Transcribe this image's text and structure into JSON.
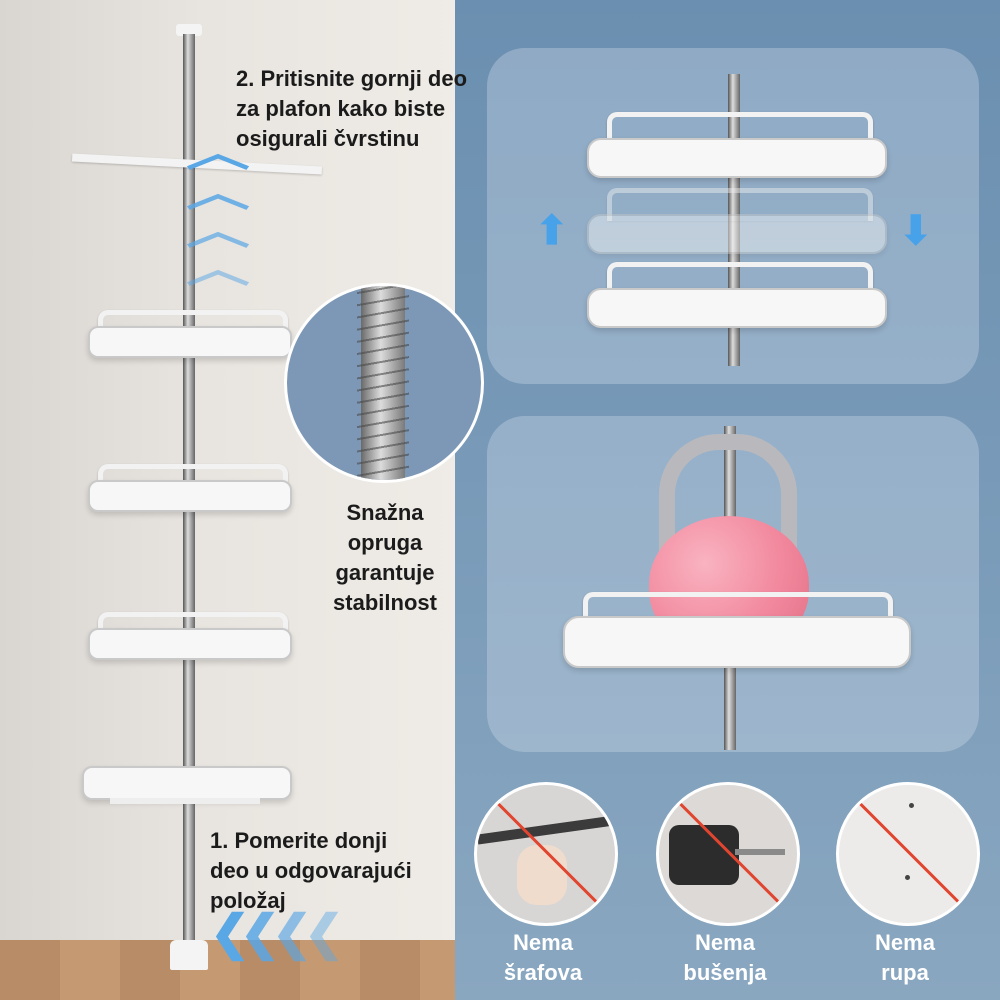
{
  "annotations": {
    "step2": [
      "2. Pritisnite gornji deo",
      "za plafon kako biste",
      "osigurali čvrstinu"
    ],
    "spring": [
      "Snažna",
      "opruga",
      "garantuje",
      "stabilnost"
    ],
    "step1": [
      "1. Pomerite donji",
      "deo u odgovarajući",
      "položaj"
    ]
  },
  "features": [
    {
      "line1": "Nema",
      "line2": "šrafova"
    },
    {
      "line1": "Nema",
      "line2": "bušenja"
    },
    {
      "line1": "Nema",
      "line2": "rupa"
    }
  ],
  "icons": [
    "up-chevron-arrows-icon",
    "left-chevron-arrows-icon",
    "up-arrow-icon",
    "down-arrow-icon",
    "prohibited-icon"
  ],
  "colors": {
    "accent_blue": "#5aa7e6",
    "right_background": "#6b8fb0",
    "prohibit_red": "#e0452f",
    "kettlebell_pink": "#f2899e"
  }
}
